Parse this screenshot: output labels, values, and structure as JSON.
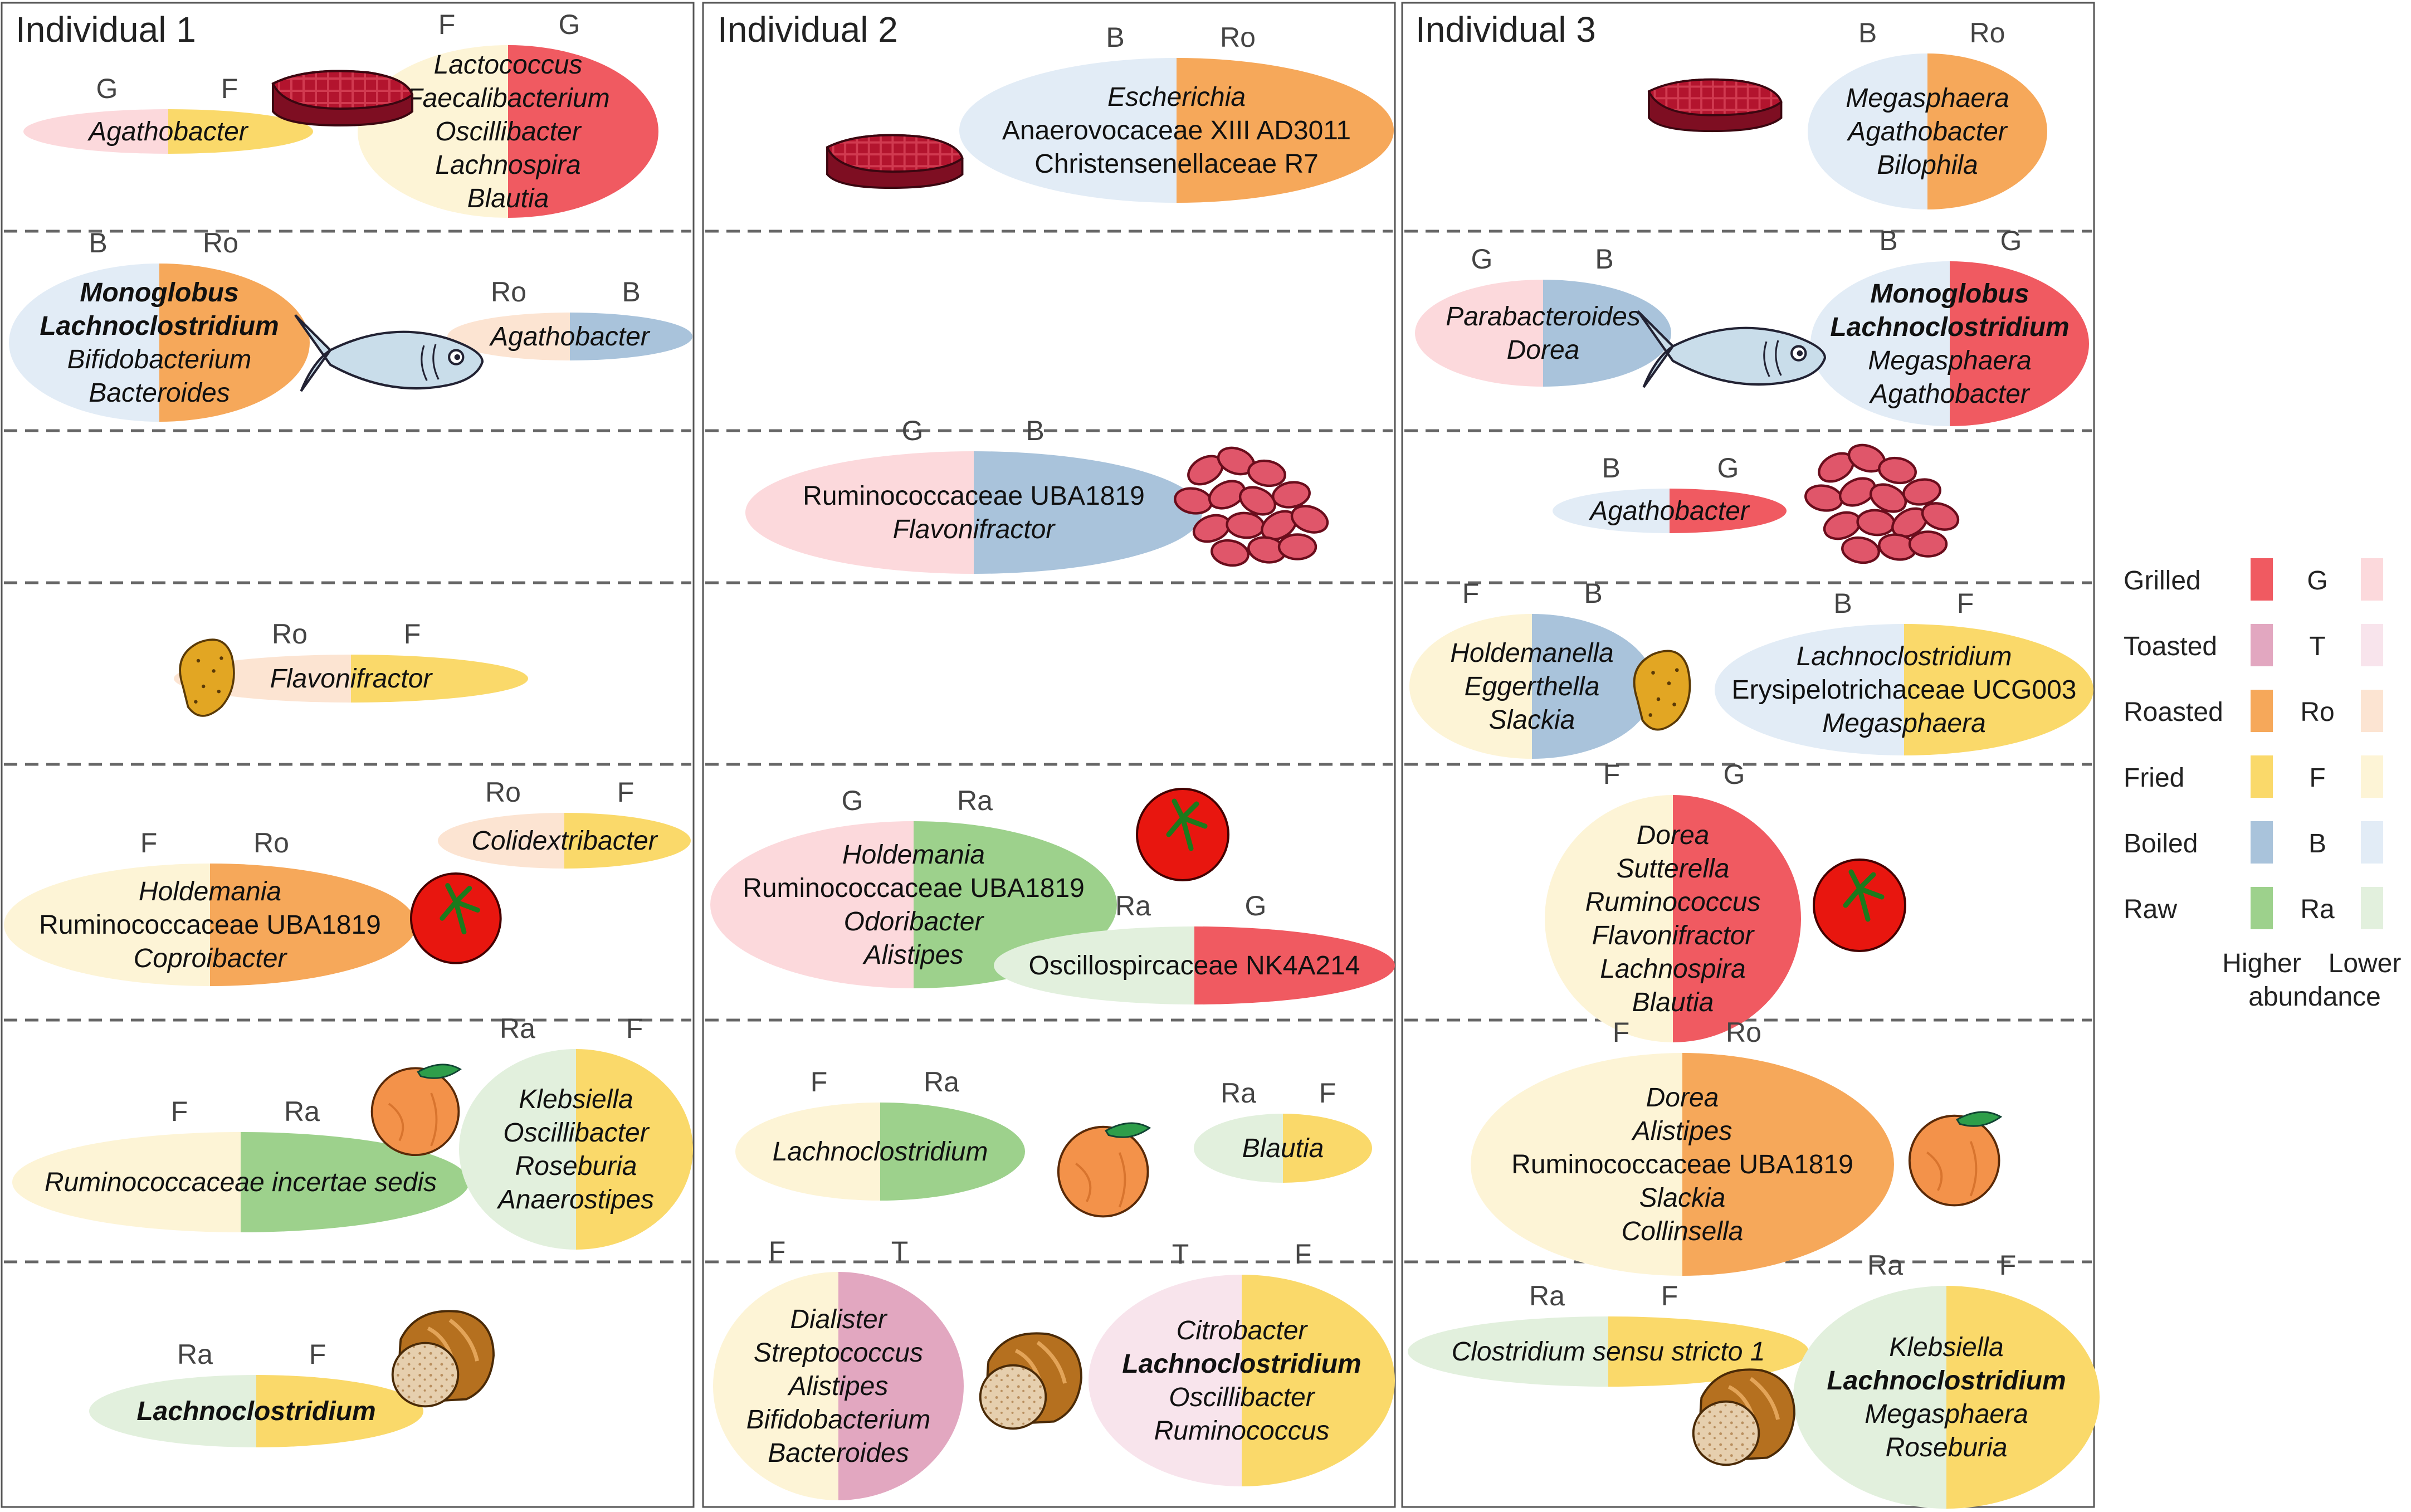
{
  "columns": [
    "Individual 1",
    "Individual 2",
    "Individual 3"
  ],
  "colors": {
    "G": {
      "hi": "#F05A61",
      "lo": "#FCD9DC"
    },
    "T": {
      "hi": "#E2A7C0",
      "lo": "#F8E4EC"
    },
    "Ro": {
      "hi": "#F6A85A",
      "lo": "#FCE4D2"
    },
    "F": {
      "hi": "#FAD96A",
      "lo": "#FDF4D6"
    },
    "B": {
      "hi": "#A9C3DB",
      "lo": "#E2ECF6"
    },
    "Ra": {
      "hi": "#9DD18C",
      "lo": "#E2F0DD"
    }
  },
  "legend": {
    "rows": [
      {
        "name": "Grilled",
        "code": "G"
      },
      {
        "name": "Toasted",
        "code": "T"
      },
      {
        "name": "Roasted",
        "code": "Ro"
      },
      {
        "name": "Fried",
        "code": "F"
      },
      {
        "name": "Boiled",
        "code": "B"
      },
      {
        "name": "Raw",
        "code": "Ra"
      }
    ],
    "higher": "Higher",
    "lower": "Lower",
    "abundance": "abundance"
  },
  "food_icons": [
    "meat-icon",
    "fish-icon",
    "beans-icon",
    "potato-icon",
    "tomato-icon",
    "orange-icon",
    "bread-icon"
  ],
  "panels": [
    {
      "col": 0,
      "row": 0,
      "ellipses": [
        {
          "left": "G",
          "right": "F",
          "taxa": [
            "Agathobacter"
          ]
        },
        {
          "left": "F",
          "right": "G",
          "taxa": [
            "Lactococcus",
            "Faecalibacterium",
            "Oscillibacter",
            "Lachnospira",
            "Blautia"
          ]
        }
      ]
    },
    {
      "col": 1,
      "row": 0,
      "ellipses": [
        {
          "left": "B",
          "right": "Ro",
          "taxa": [
            "Escherichia",
            "Anaerovocaceae XIII AD3011",
            "Christensenellaceae R7"
          ]
        }
      ]
    },
    {
      "col": 2,
      "row": 0,
      "ellipses": [
        {
          "left": "B",
          "right": "Ro",
          "taxa": [
            "Megasphaera",
            "Agathobacter",
            "Bilophila"
          ]
        }
      ]
    },
    {
      "col": 0,
      "row": 1,
      "ellipses": [
        {
          "left": "B",
          "right": "Ro",
          "taxa": [
            "Monoglobus",
            "Lachnoclostridium",
            "Bifidobacterium",
            "Bacteroides"
          ]
        },
        {
          "left": "Ro",
          "right": "B",
          "taxa": [
            "Agathobacter"
          ]
        }
      ]
    },
    {
      "col": 2,
      "row": 1,
      "ellipses": [
        {
          "left": "G",
          "right": "B",
          "taxa": [
            "Parabacteroides",
            "Dorea"
          ]
        },
        {
          "left": "B",
          "right": "G",
          "taxa": [
            "Monoglobus",
            "Lachnoclostridium",
            "Megasphaera",
            "Agathobacter"
          ]
        }
      ]
    },
    {
      "col": 1,
      "row": 2,
      "ellipses": [
        {
          "left": "G",
          "right": "B",
          "taxa": [
            "Ruminococcaceae UBA1819",
            "Flavonifractor"
          ]
        }
      ]
    },
    {
      "col": 2,
      "row": 2,
      "ellipses": [
        {
          "left": "B",
          "right": "G",
          "taxa": [
            "Agathobacter"
          ]
        }
      ]
    },
    {
      "col": 0,
      "row": 3,
      "ellipses": [
        {
          "left": "Ro",
          "right": "F",
          "taxa": [
            "Flavonifractor"
          ]
        }
      ]
    },
    {
      "col": 2,
      "row": 3,
      "ellipses": [
        {
          "left": "F",
          "right": "B",
          "taxa": [
            "Holdemanella",
            "Eggerthella",
            "Slackia"
          ]
        },
        {
          "left": "B",
          "right": "F",
          "taxa": [
            "Lachnoclostridium",
            "Erysipelotrichaceae UCG003",
            "Megasphaera"
          ]
        }
      ]
    },
    {
      "col": 0,
      "row": 4,
      "ellipses": [
        {
          "left": "Ro",
          "right": "F",
          "taxa": [
            "Colidextribacter"
          ]
        },
        {
          "left": "F",
          "right": "Ro",
          "taxa": [
            "Holdemania",
            "Ruminococcaceae UBA1819",
            "Coproibacter"
          ]
        }
      ]
    },
    {
      "col": 1,
      "row": 4,
      "ellipses": [
        {
          "left": "G",
          "right": "Ra",
          "taxa": [
            "Holdemania",
            "Ruminococcaceae UBA1819",
            "Odoribacter",
            "Alistipes"
          ]
        },
        {
          "left": "Ra",
          "right": "G",
          "taxa": [
            "Oscillospircaceae NK4A214"
          ]
        }
      ]
    },
    {
      "col": 2,
      "row": 4,
      "ellipses": [
        {
          "left": "F",
          "right": "G",
          "taxa": [
            "Dorea",
            "Sutterella",
            "Ruminococcus",
            "Flavonifractor",
            "Lachnospira",
            "Blautia"
          ]
        }
      ]
    },
    {
      "col": 0,
      "row": 5,
      "ellipses": [
        {
          "left": "F",
          "right": "Ra",
          "taxa": [
            "Ruminococcaceae incertae sedis"
          ]
        },
        {
          "left": "Ra",
          "right": "F",
          "taxa": [
            "Klebsiella",
            "Oscillibacter",
            "Roseburia",
            "Anaerostipes"
          ]
        }
      ]
    },
    {
      "col": 1,
      "row": 5,
      "ellipses": [
        {
          "left": "F",
          "right": "Ra",
          "taxa": [
            "Lachnoclostridium"
          ]
        },
        {
          "left": "Ra",
          "right": "F",
          "taxa": [
            "Blautia"
          ]
        }
      ]
    },
    {
      "col": 2,
      "row": 5,
      "ellipses": [
        {
          "left": "F",
          "right": "Ro",
          "taxa": [
            "Dorea",
            "Alistipes",
            "Ruminococcaceae UBA1819",
            "Slackia",
            "Collinsella"
          ]
        }
      ]
    },
    {
      "col": 0,
      "row": 6,
      "ellipses": [
        {
          "left": "Ra",
          "right": "F",
          "taxa": [
            "Lachnoclostridium"
          ]
        }
      ]
    },
    {
      "col": 1,
      "row": 6,
      "ellipses": [
        {
          "left": "F",
          "right": "T",
          "taxa": [
            "Dialister",
            "Streptococcus",
            "Alistipes",
            "Bifidobacterium",
            "Bacteroides"
          ]
        },
        {
          "left": "T",
          "right": "F",
          "taxa": [
            "Citrobacter",
            "Lachnoclostridium",
            "Oscillibacter",
            "Ruminococcus"
          ]
        }
      ]
    },
    {
      "col": 2,
      "row": 6,
      "ellipses": [
        {
          "left": "Ra",
          "right": "F",
          "taxa": [
            "Clostridium sensu stricto 1"
          ]
        },
        {
          "left": "Ra",
          "right": "F",
          "taxa": [
            "Klebsiella",
            "Lachnoclostridium",
            "Megasphaera",
            "Roseburia"
          ]
        }
      ]
    }
  ]
}
